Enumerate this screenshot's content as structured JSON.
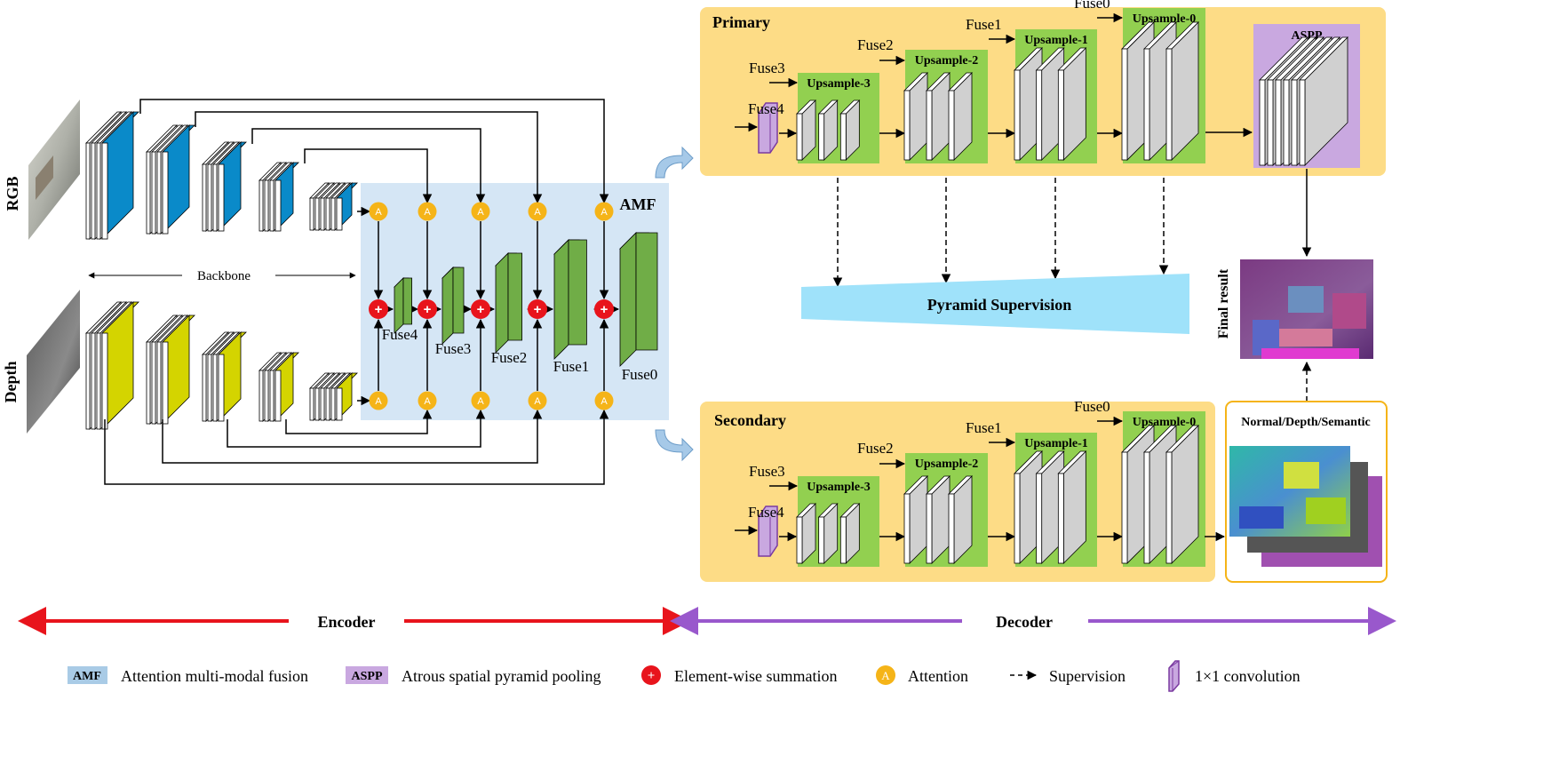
{
  "labels": {
    "rgb": "RGB",
    "depth": "Depth",
    "backbone": "Backbone",
    "amf": "AMF",
    "attention_letter": "A",
    "plus": "+",
    "primary": "Primary",
    "secondary": "Secondary",
    "aspp": "ASPP",
    "pyramid_supervision": "Pyramid Supervision",
    "final_result": "Final result",
    "nds": "Normal/Depth/Semantic",
    "encoder": "Encoder",
    "decoder": "Decoder"
  },
  "fuse_labels": [
    "Fuse4",
    "Fuse3",
    "Fuse2",
    "Fuse1",
    "Fuse0"
  ],
  "upsample_labels": [
    "Upsample-3",
    "Upsample-2",
    "Upsample-1",
    "Upsample-0"
  ],
  "legend": [
    {
      "tag": "AMF",
      "text": "Attention multi-modal fusion",
      "color": "#a9cbe6"
    },
    {
      "tag": "ASPP",
      "text": "Atrous spatial pyramid pooling",
      "color": "#c9a8e0"
    },
    {
      "symbol": "+",
      "text": "Element-wise summation",
      "color": "#e8141c"
    },
    {
      "symbol": "A",
      "text": "Attention",
      "color": "#f5b418"
    },
    {
      "text": "Supervision"
    },
    {
      "text": "1×1 convolution",
      "color": "#c9a8e0"
    }
  ],
  "colors": {
    "rgb_block": "#0a8ac9",
    "depth_block": "#d4d400",
    "fuse_block": "#70ad47",
    "amf_panel": "#d5e6f5",
    "decoder_panel": "#fddc86",
    "upsample_bg": "#92d050",
    "aspp_bg": "#c9a8e0",
    "attention": "#f5b418",
    "sum": "#e8141c",
    "pyramid": "#9fe2fa",
    "encoder_arrow": "#e8141c",
    "decoder_arrow": "#9958cc"
  }
}
